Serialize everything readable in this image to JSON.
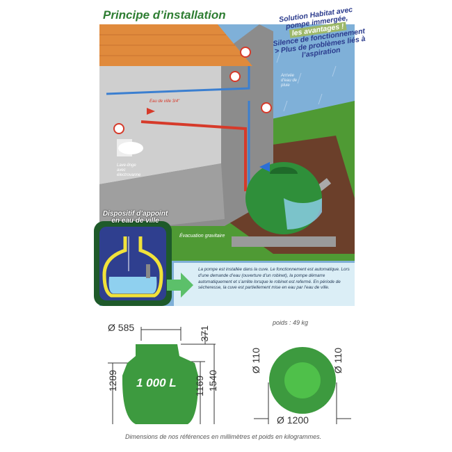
{
  "title": "Principe d’installation",
  "bubble": {
    "line1": "Solution Habitat avec pompe immergée,",
    "line2": "les avantages !",
    "line3": "Silence de fonctionnement",
    "line4": "> Plus de problèmes liés à l’aspiration"
  },
  "scene_labels": {
    "eau_de_ville": "Eau de ville 3/4\"",
    "lave_linge": "Lave-linge avec électrovanne",
    "arrivee_pluie": "Arrivée d’eau de pluie",
    "evacuation": "Évacuation gravitaire"
  },
  "inset": {
    "title": "Dispositif d’appoint en eau de ville"
  },
  "info_text": "La pompe est installée dans la cuve. Le fonctionnement est automatique. Lors d’une demande d’eau (ouverture d’un robinet), la pompe démarre automatiquement et s’arrête lorsque le robinet est refermé. En période de sécheresse, la cuve est partiellement mise en eau par l’eau de ville.",
  "specs": {
    "weight": "poids : 49 kg",
    "capacity": "1 000 L",
    "neck_diameter": "Ø 585",
    "neck_height": "371",
    "height_total": "1540",
    "height_inlet": "1289",
    "height_outlet": "1169",
    "pipe_left": "Ø 110",
    "pipe_right": "Ø 110",
    "diameter": "Ø 1200"
  },
  "footnote": "Dimensions de nos références en millimètres et poids en kilogrammes.",
  "colors": {
    "title": "#2e7d32",
    "tank": "#3d9a3f",
    "roof": "#e08a3c",
    "inset_bg": "#2f3f8f"
  }
}
